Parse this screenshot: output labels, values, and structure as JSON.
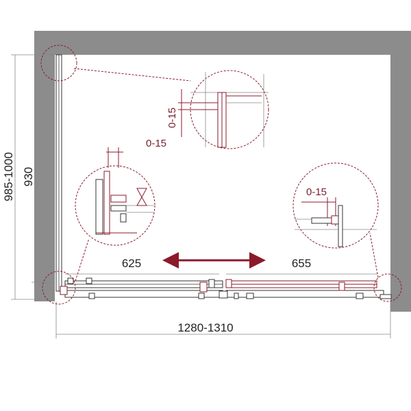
{
  "dimensions": {
    "overall_height": "985-1000",
    "panel_height": "930",
    "overall_width": "1280-1310",
    "left_door_width": "625",
    "right_door_width": "655"
  },
  "adjustments": {
    "detail_top": "0-15",
    "detail_left": "0-15",
    "detail_right": "0-15"
  },
  "colors": {
    "accent": "#8b1a2b",
    "wall": "#8c8c8c",
    "line": "#333333"
  }
}
